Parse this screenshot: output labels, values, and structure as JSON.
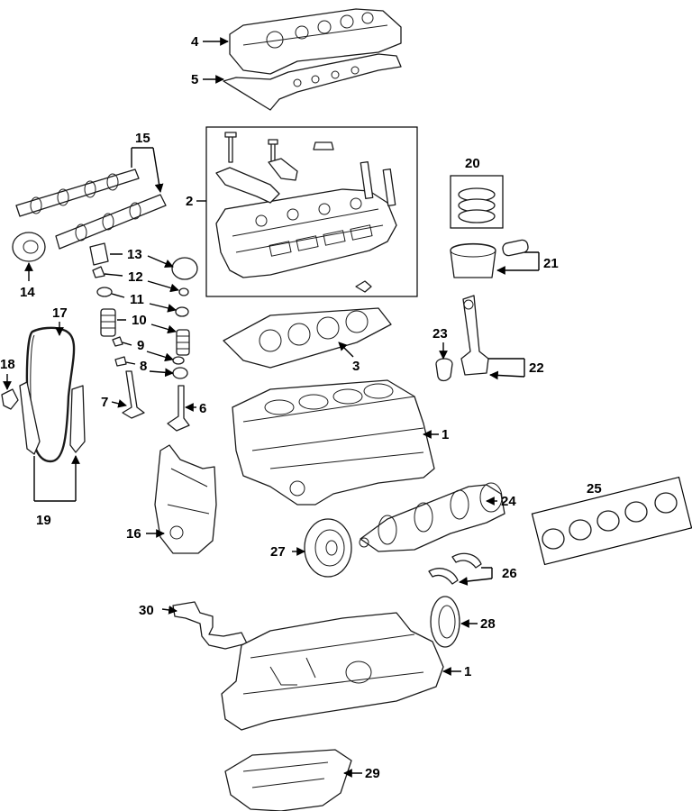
{
  "diagram": {
    "callouts": {
      "c1a": "1",
      "c1b": "1",
      "c2": "2",
      "c3": "3",
      "c4": "4",
      "c5": "5",
      "c6": "6",
      "c7": "7",
      "c8": "8",
      "c9": "9",
      "c10": "10",
      "c11": "11",
      "c12": "12",
      "c13": "13",
      "c14": "14",
      "c15": "15",
      "c16": "16",
      "c17": "17",
      "c18": "18",
      "c19": "19",
      "c20": "20",
      "c21": "21",
      "c22": "22",
      "c23": "23",
      "c24": "24",
      "c25": "25",
      "c26": "26",
      "c27": "27",
      "c28": "28",
      "c29": "29",
      "c30": "30"
    },
    "colors": {
      "line": "#1a1a1a",
      "background": "#ffffff"
    }
  }
}
